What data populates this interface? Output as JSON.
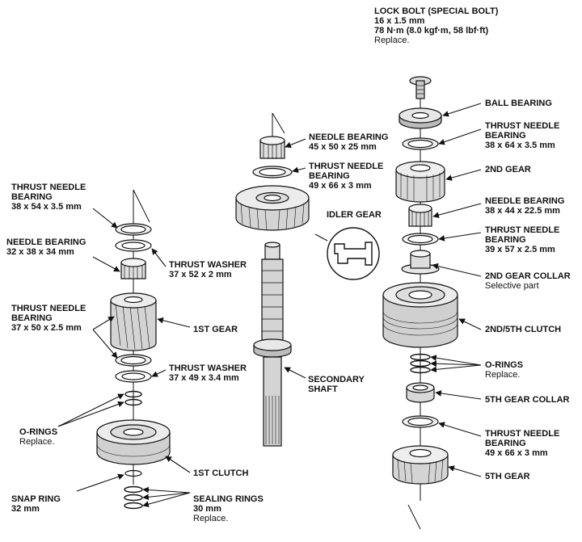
{
  "colors": {
    "ink": "#111111",
    "paper": "#ffffff",
    "shade": "#cfcfcf",
    "dark": "#7a7a7a"
  },
  "labels": {
    "lock_bolt": {
      "lines": [
        "LOCK BOLT (SPECIAL BOLT)",
        "16 x 1.5 mm",
        "78 N·m (8.0 kgf·m, 58 lbf·ft)",
        "Replace."
      ],
      "bold": 3
    },
    "ball_bearing": {
      "lines": [
        "BALL BEARING"
      ],
      "bold": 1
    },
    "thrust_needle_r1": {
      "lines": [
        "THRUST NEEDLE",
        "BEARING",
        "38 x 64 x 3.5 mm"
      ],
      "bold": 3
    },
    "gear_2nd": {
      "lines": [
        "2ND GEAR"
      ],
      "bold": 1
    },
    "needle_bearing_r": {
      "lines": [
        "NEEDLE BEARING",
        "38 x 44 x 22.5 mm"
      ],
      "bold": 2
    },
    "thrust_needle_r2": {
      "lines": [
        "THRUST NEEDLE",
        "BEARING",
        "39 x 57 x 2.5 mm"
      ],
      "bold": 3
    },
    "gear_collar_2nd": {
      "lines": [
        "2ND GEAR COLLAR",
        "Selective part"
      ],
      "bold": 1
    },
    "clutch_2nd_5th": {
      "lines": [
        "2ND/5TH CLUTCH"
      ],
      "bold": 1
    },
    "o_rings_r": {
      "lines": [
        "O-RINGS",
        "Replace."
      ],
      "bold": 1
    },
    "gear_collar_5th": {
      "lines": [
        "5TH GEAR COLLAR"
      ],
      "bold": 1
    },
    "thrust_needle_r3": {
      "lines": [
        "THRUST NEEDLE",
        "BEARING",
        "49 x 66 x 3 mm"
      ],
      "bold": 3
    },
    "gear_5th": {
      "lines": [
        "5TH GEAR"
      ],
      "bold": 1
    },
    "needle_bearing_c": {
      "lines": [
        "NEEDLE BEARING",
        "45 x 50 x 25 mm"
      ],
      "bold": 2
    },
    "thrust_needle_c": {
      "lines": [
        "THRUST NEEDLE",
        "BEARING",
        "49 x 66 x 3 mm"
      ],
      "bold": 3
    },
    "idler_gear": {
      "lines": [
        "IDLER GEAR"
      ],
      "bold": 1
    },
    "secondary_shaft": {
      "lines": [
        "SECONDARY",
        "SHAFT"
      ],
      "bold": 2
    },
    "thrust_needle_l": {
      "lines": [
        "THRUST NEEDLE",
        "BEARING",
        "38 x 54 x 3.5 mm"
      ],
      "bold": 3
    },
    "needle_bearing_l": {
      "lines": [
        "NEEDLE BEARING",
        "32 x 38 x 34 mm"
      ],
      "bold": 2
    },
    "thrust_washer_1": {
      "lines": [
        "THRUST WASHER",
        "37 x 52 x 2 mm"
      ],
      "bold": 2
    },
    "thrust_needle_l2": {
      "lines": [
        "THRUST NEEDLE",
        "BEARING",
        "37 x 50 x 2.5 mm"
      ],
      "bold": 3
    },
    "gear_1st": {
      "lines": [
        "1ST GEAR"
      ],
      "bold": 1
    },
    "thrust_washer_2": {
      "lines": [
        "THRUST WASHER",
        "37 x 49 x 3.4 mm"
      ],
      "bold": 2
    },
    "o_rings_l": {
      "lines": [
        "O-RINGS",
        "Replace."
      ],
      "bold": 1
    },
    "clutch_1st": {
      "lines": [
        "1ST CLUTCH"
      ],
      "bold": 1
    },
    "snap_ring": {
      "lines": [
        "SNAP RING",
        "32 mm"
      ],
      "bold": 2
    },
    "sealing_rings": {
      "lines": [
        "SEALING RINGS",
        "30 mm",
        "Replace."
      ],
      "bold": 2
    }
  }
}
